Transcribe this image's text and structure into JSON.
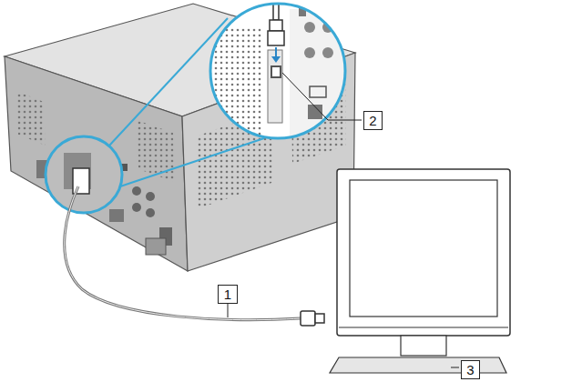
{
  "diagram": {
    "nodes": [
      {
        "text": [
          "2"
        ]
      },
      {
        "text": [
          "1"
        ]
      },
      {
        "text": [
          "3"
        ]
      }
    ]
  }
}
